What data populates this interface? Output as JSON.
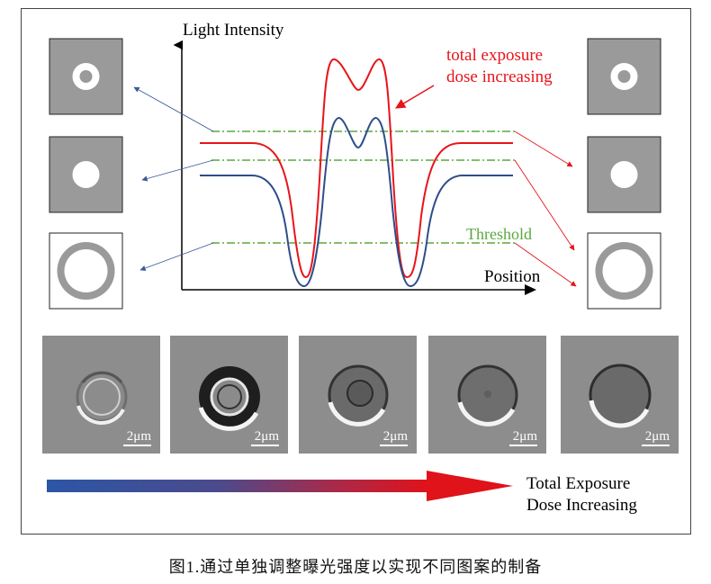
{
  "graph": {
    "ylabel": "Light Intensity",
    "xlabel": "Position",
    "annotation": "total exposure\ndose increasing",
    "threshold_label": "Threshold"
  },
  "colors": {
    "high_dose": "#e8141b",
    "low_dose": "#2f4d8a",
    "threshold": "#5aa93f",
    "tile_gray": "#9a9a9a",
    "arrow_start": "#2c56a6",
    "arrow_end": "#e0121a"
  },
  "patterns": {
    "left": [
      "ring",
      "disk",
      "large-ring"
    ],
    "right": [
      "ring",
      "disk",
      "large-ring"
    ]
  },
  "sem": {
    "scale_labels": [
      "2μm",
      "2μm",
      "2μm",
      "2μm",
      "2μm"
    ]
  },
  "arrow_text": {
    "line1": "Total Exposure",
    "line2": "Dose Increasing"
  },
  "caption": "图1.通过单独调整曝光强度以实现不同图案的制备"
}
